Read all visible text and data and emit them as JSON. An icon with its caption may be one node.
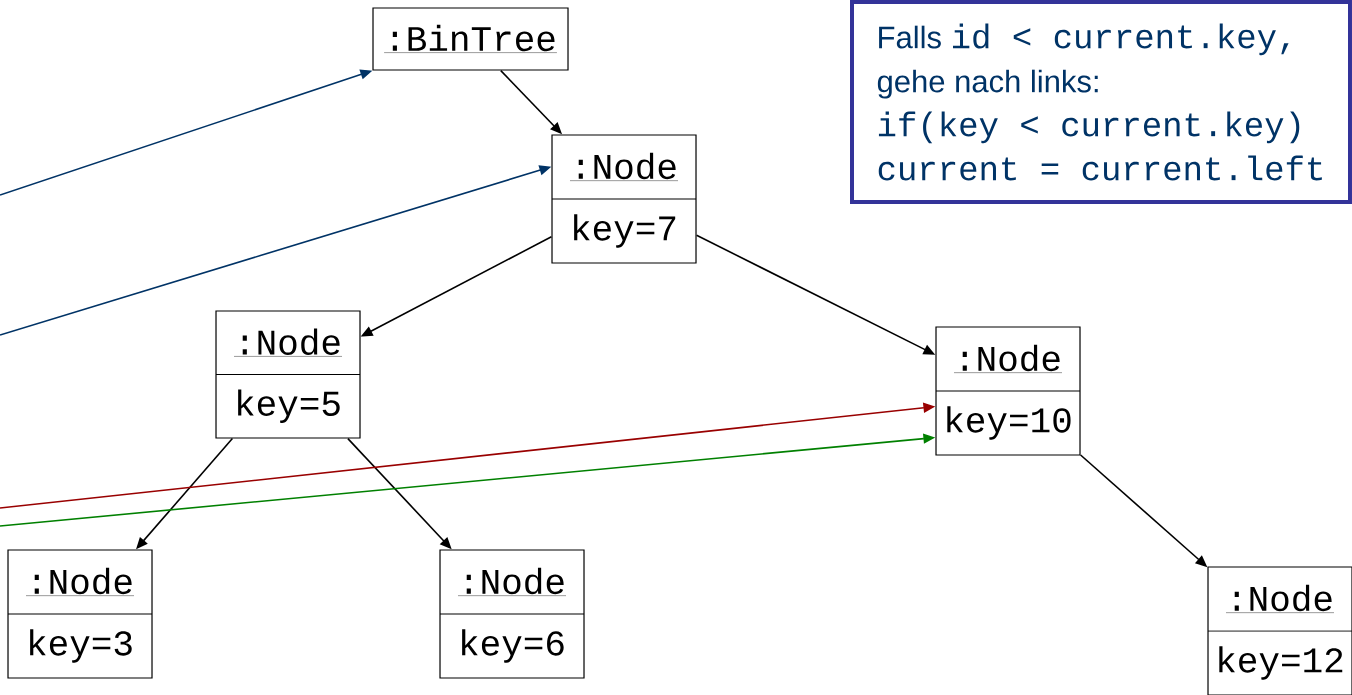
{
  "diagram": {
    "nodes": [
      {
        "text": [
          ":BinTree"
        ]
      },
      {
        "text": [
          ":Node",
          "key=7"
        ]
      },
      {
        "text": [
          ":Node",
          "key=5"
        ]
      },
      {
        "text": [
          ":Node",
          "key=10"
        ]
      },
      {
        "text": [
          ":Node",
          "key=3"
        ]
      },
      {
        "text": [
          ":Node",
          "key=6"
        ]
      },
      {
        "text": [
          ":Node",
          "key=12"
        ]
      },
      {
        "text": [
          "Falls",
          "id < current.key,",
          "gehe nach links:",
          "if(key < current.key)",
          "current = current.left"
        ]
      }
    ],
    "edges": [
      {
        "from": null,
        "to": 0,
        "arrow": "to",
        "color": "#003366"
      },
      {
        "from": null,
        "to": 1,
        "arrow": "to",
        "color": "#003366"
      },
      {
        "from": 0,
        "to": 1,
        "arrow": "to"
      },
      {
        "from": 1,
        "to": 2,
        "arrow": "to"
      },
      {
        "from": 1,
        "to": 3,
        "arrow": "to"
      },
      {
        "from": 2,
        "to": 4,
        "arrow": "to"
      },
      {
        "from": 2,
        "to": 5,
        "arrow": "to"
      },
      {
        "from": 3,
        "to": 6,
        "arrow": "to"
      },
      {
        "from": null,
        "to": 3,
        "arrow": "to",
        "color": "#990000"
      },
      {
        "from": null,
        "to": 3,
        "arrow": "to",
        "color": "#008000"
      }
    ]
  }
}
